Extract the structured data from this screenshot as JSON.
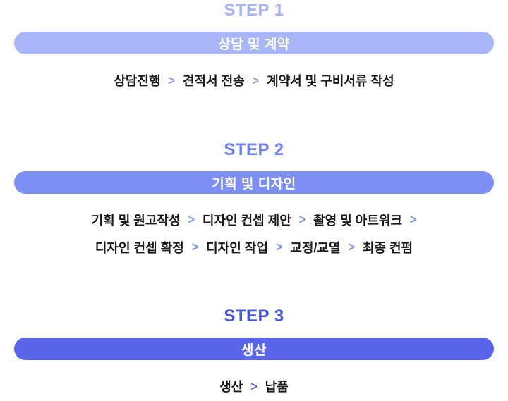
{
  "chevron_glyph": ">",
  "steps": [
    {
      "label": "STEP 1",
      "label_color": "#a5b3f8",
      "pill_color": "#a8b6f8",
      "chevron_color": "#8b9cf6",
      "title": "상담 및 계약",
      "flow_lines": [
        {
          "items": [
            "상담진행",
            "견적서 전송",
            "계약서 및 구비서류 작성"
          ],
          "trailing": false
        }
      ]
    },
    {
      "label": "STEP 2",
      "label_color": "#6e82f4",
      "pill_color": "#7d8ff5",
      "chevron_color": "#7d8ff5",
      "title": "기획 및 디자인",
      "flow_lines": [
        {
          "items": [
            "기획 및 원고작성",
            "디자인 컨셉 제안",
            "촬영 및 아트워크"
          ],
          "trailing": true
        },
        {
          "items": [
            "디자인 컨셉 확정",
            "디자인 작업",
            "교정/교열",
            "최종 컨펌"
          ],
          "trailing": false
        }
      ]
    },
    {
      "label": "STEP 3",
      "label_color": "#4353de",
      "pill_color": "#5865ec",
      "chevron_color": "#5e6cee",
      "title": "생산",
      "flow_lines": [
        {
          "items": [
            "생산",
            "납품"
          ],
          "trailing": false
        }
      ]
    }
  ]
}
